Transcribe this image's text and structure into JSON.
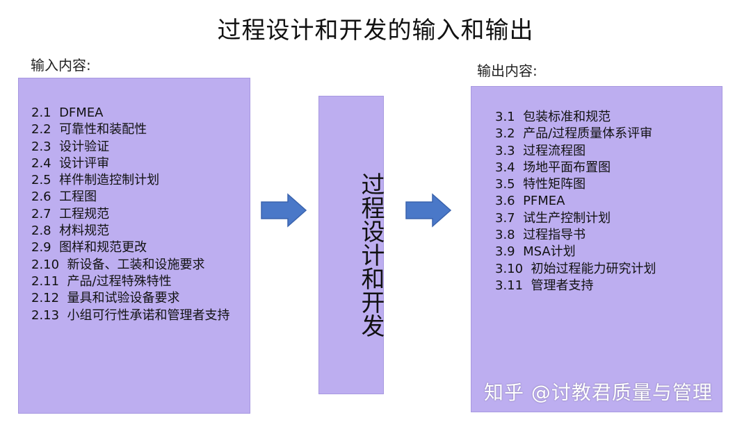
{
  "title": "过程设计和开发的输入和输出",
  "input": {
    "label": "输入内容:",
    "items": [
      "2.1  DFMEA",
      "2.2  可靠性和装配性",
      "2.3  设计验证",
      "2.4  设计评审",
      "2.5  样件制造控制计划",
      "2.6  工程图",
      "2.7  工程规范",
      "2.8  材料规范",
      "2.9  图样和规范更改",
      "2.10  新设备、工装和设施要求",
      "2.11  产品/过程特殊特性",
      "2.12  量具和试验设备要求",
      "2.13  小组可行性承诺和管理者支持"
    ]
  },
  "process": {
    "label": "过程设计和开发"
  },
  "output": {
    "label": "输出内容:",
    "items": [
      "3.1  包装标准和规范",
      "3.2  产品/过程质量体系评审",
      "3.3  过程流程图",
      "3.4  场地平面布置图",
      "3.5  特性矩阵图",
      "3.6  PFMEA",
      "3.7  试生产控制计划",
      "3.8  过程指导书",
      "3.9  MSA计划",
      "3.10  初始过程能力研究计划",
      "3.11  管理者支持"
    ]
  },
  "watermark": "知乎 @讨教君质量与管理",
  "colors": {
    "box_fill": "#bdaef0",
    "arrow_fill": "#4a78c8"
  },
  "icons": {
    "arrow": "right-arrow-icon"
  }
}
